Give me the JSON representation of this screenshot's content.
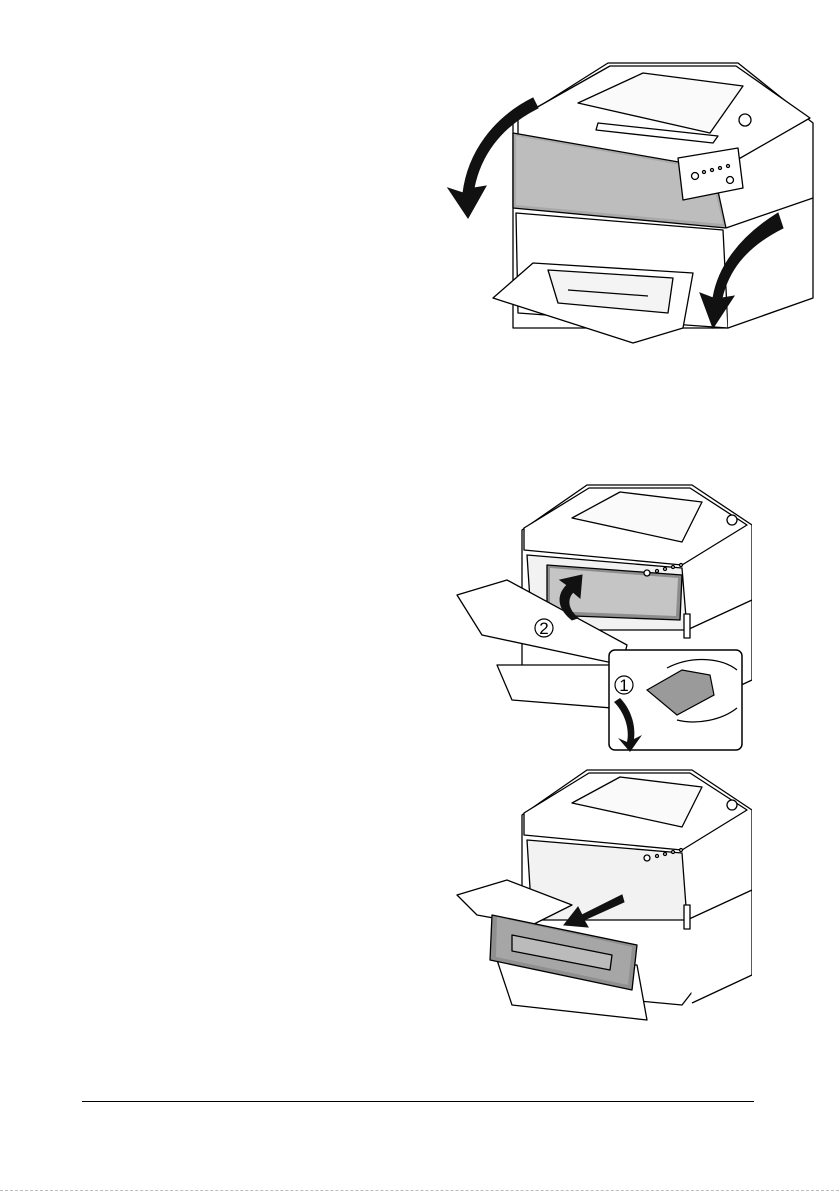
{
  "page": {
    "type": "printer-manual-page"
  },
  "figures": [
    {
      "callouts": []
    },
    {
      "callouts": [
        "2",
        "1"
      ]
    },
    {
      "callouts": []
    }
  ],
  "colors": {
    "line": "#000000",
    "gray": "#9a9a9a",
    "light": "#f4f4f4"
  }
}
